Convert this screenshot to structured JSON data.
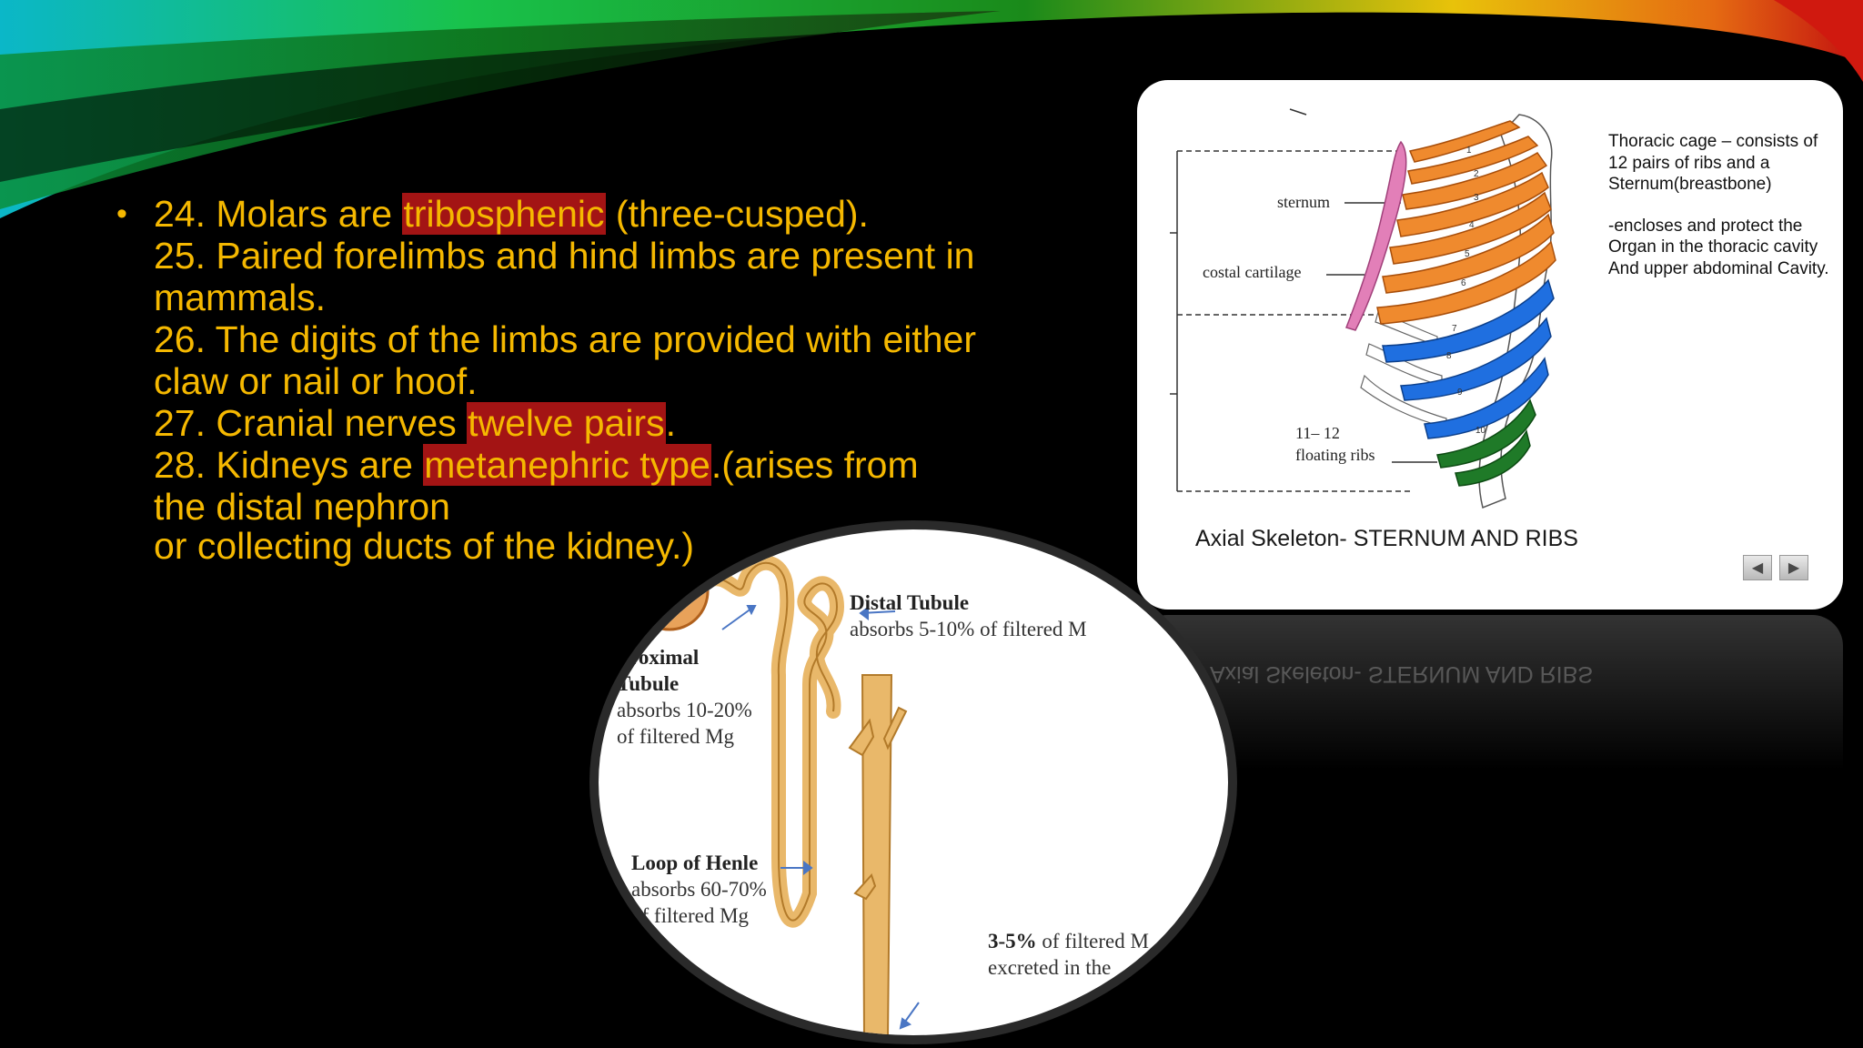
{
  "slide": {
    "bullet_symbol": "•",
    "lines": [
      {
        "pre": "24. Molars are ",
        "hl": "tribosphenic",
        "post": " (three-cusped)."
      },
      {
        "pre": "25. Paired forelimbs and hind limbs are present in",
        "hl": "",
        "post": ""
      },
      {
        "pre": "mammals.",
        "hl": "",
        "post": ""
      },
      {
        "pre": "26. The digits of the limbs are provided with either",
        "hl": "",
        "post": ""
      },
      {
        "pre": "claw or nail or hoof.",
        "hl": "",
        "post": ""
      },
      {
        "pre": "27. Cranial nerves ",
        "hl": "twelve pairs",
        "post": "."
      },
      {
        "pre": "28. Kidneys are ",
        "hl": "metanephric type",
        "post": ".(arises from"
      },
      {
        "pre": "the distal nephron",
        "hl": "",
        "post": ""
      },
      {
        "pre": "or collecting ducts of the kidney.)",
        "hl": "",
        "post": ""
      }
    ],
    "colors": {
      "text": "#f5b800",
      "highlight": "#a31414",
      "background": "#000000"
    }
  },
  "rib_card": {
    "caption": "Axial Skeleton- STERNUM AND RIBS",
    "description": [
      "Thoracic cage – consists of 12 pairs of ribs and a Sternum(breastbone)",
      "-encloses and protect the Organ in the thoracic cavity And upper abdominal Cavity."
    ],
    "labels": {
      "sternum": "sternum",
      "costal": "costal cartilage",
      "floating_1": "11– 12",
      "floating_2": "floating ribs"
    },
    "rib_numbers": [
      "1",
      "2",
      "3",
      "4",
      "5",
      "6",
      "7",
      "8",
      "9",
      "10"
    ],
    "nav": {
      "prev": "◀",
      "next": "▶"
    },
    "colors": {
      "true_ribs": "#ef8a2e",
      "false_ribs": "#1f6fe0",
      "floating_ribs": "#1f7a28",
      "sternum": "#e27fb8"
    }
  },
  "nephron": {
    "distal_title": "Distal Tubule",
    "distal_text": "absorbs 5-10% of filtered M",
    "proximal_title_1": "Proximal",
    "proximal_title_2": "Tubule",
    "proximal_text_1": "absorbs 10-20%",
    "proximal_text_2": "of filtered Mg",
    "loop_title": "Loop of Henle",
    "loop_text_1": "absorbs 60-70%",
    "loop_text_2": "of filtered Mg",
    "excreted_bold": "3-5%",
    "excreted_text_1": " of filtered M",
    "excreted_text_2": "excreted in the"
  }
}
